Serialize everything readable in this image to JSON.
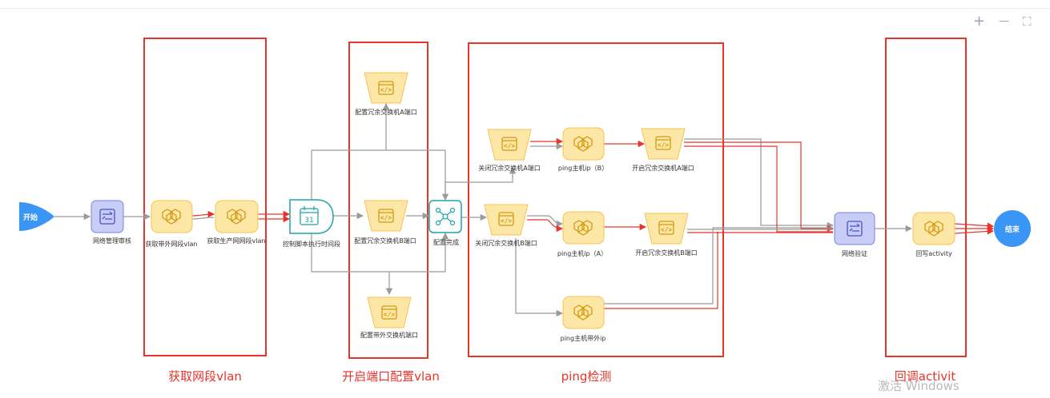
{
  "zoom_controls": {
    "zoom_in": "+",
    "zoom_out": "—",
    "fullscreen": "⛶"
  },
  "nodes": {
    "start": "开始",
    "network_review": "网络管理审核",
    "get_oob_vlan": "获取带外网段vlan",
    "get_prod_vlan": "获取生产网网段vlan",
    "schedule": "控制脚本执行时间段",
    "cfg_a": "配置冗余交换机A端口",
    "cfg_b": "配置冗余交换机B端口",
    "cfg_oob": "配置带外交换机端口",
    "cfg_done": "配置完成",
    "close_a": "关闭冗余交换机A端口",
    "close_b": "关闭冗余交换机B端口",
    "ping_b": "ping主机ip（B）",
    "ping_a": "ping主机ip（A）",
    "ping_oob": "ping主机带外ip",
    "open_a": "开启冗余交换机A端口",
    "open_b": "开启冗余交换机B端口",
    "net_verify": "网络验证",
    "callback": "回写activity",
    "end": "结束",
    "calendar_day": "31"
  },
  "groups": {
    "vlan": "获取网段vlan",
    "port_cfg": "开启端口配置vlan",
    "ping": "ping检测",
    "callback": "回调activit"
  },
  "watermark": "激活 Windows",
  "colors": {
    "group_border": "#e8342a",
    "edge": "#9a9a9a",
    "edge_red": "#e8342a",
    "node_yellow": "#fde7a6",
    "node_blue": "#c8cdf5",
    "start_end": "#3a96f5"
  }
}
